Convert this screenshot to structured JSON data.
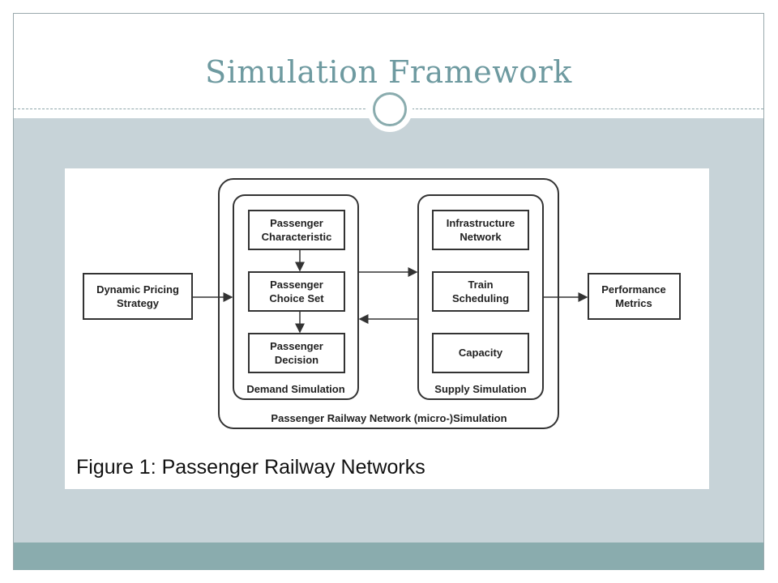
{
  "slide": {
    "title": "Simulation Framework"
  },
  "figure": {
    "caption": "Figure 1: Passenger Railway Networks",
    "outer_label": "Passenger Railway Network (micro-)Simulation",
    "demand_group_label": "Demand Simulation",
    "supply_group_label": "Supply Simulation",
    "input_box": [
      "Dynamic Pricing",
      "Strategy"
    ],
    "output_box": [
      "Performance",
      "Metrics"
    ],
    "demand_boxes": [
      [
        "Passenger",
        "Characteristic"
      ],
      [
        "Passenger",
        "Choice Set"
      ],
      [
        "Passenger",
        "Decision"
      ]
    ],
    "supply_boxes": [
      [
        "Infrastructure",
        "Network"
      ],
      [
        "Train",
        "Scheduling"
      ],
      [
        "Capacity"
      ]
    ]
  },
  "colors": {
    "title": "#6e9aa0",
    "content_band": "#c7d3d8",
    "footer_band": "#8aacae"
  }
}
